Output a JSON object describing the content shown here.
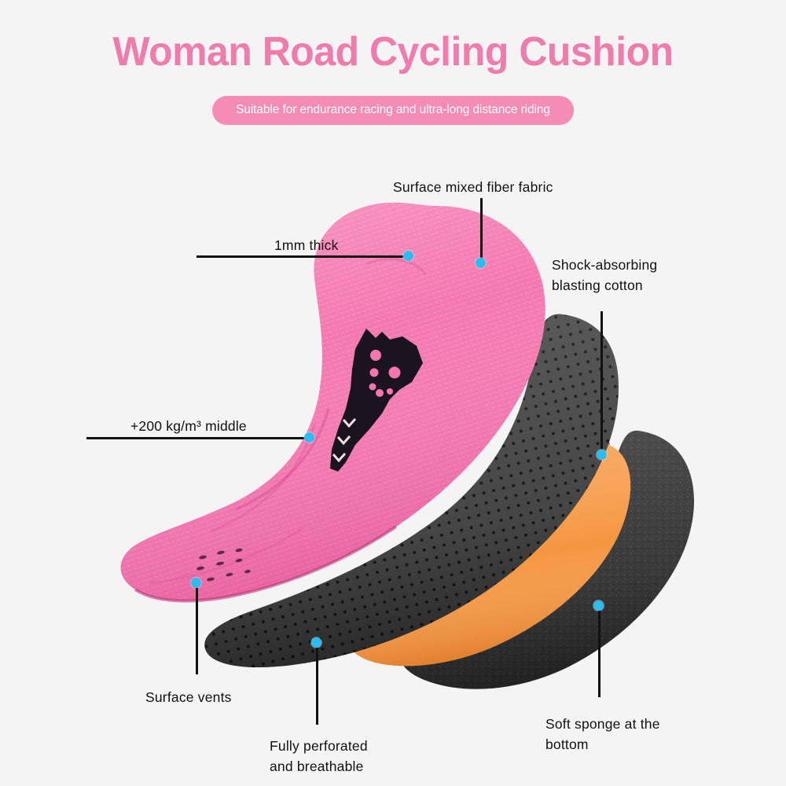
{
  "header": {
    "title": "Woman Road Cycling Cushion",
    "badge": "Suitable for endurance racing and ultra-long distance riding",
    "title_color": "#f07cab",
    "badge_color": "#f58cb4"
  },
  "background_color": "#f4f4f4",
  "callouts": [
    {
      "id": "surface-fabric",
      "label": "Surface mixed fiber fabric"
    },
    {
      "id": "thickness",
      "label": "1mm thick"
    },
    {
      "id": "shock-cotton",
      "label": "Shock-absorbing\nblasting cotton"
    },
    {
      "id": "density",
      "label": "+200 kg/m³ middle"
    },
    {
      "id": "surface-vents",
      "label": "Surface vents"
    },
    {
      "id": "perforated",
      "label": "Fully perforated\nand breathable"
    },
    {
      "id": "soft-sponge",
      "label": "Soft sponge at the\nbottom"
    }
  ],
  "product": {
    "marker_color": "#29bdf0",
    "leader_color": "#111111",
    "layers": [
      {
        "name": "top-cushion-pink",
        "color": "#f576ae"
      },
      {
        "name": "perforated-gray-midsole",
        "color": "#4a4a4a"
      },
      {
        "name": "orange-foam-layer",
        "color": "#f5963f"
      },
      {
        "name": "bottom-sponge-gray",
        "color": "#3f3f3f"
      },
      {
        "name": "decal-graphic",
        "color": "#1b1420"
      }
    ]
  }
}
